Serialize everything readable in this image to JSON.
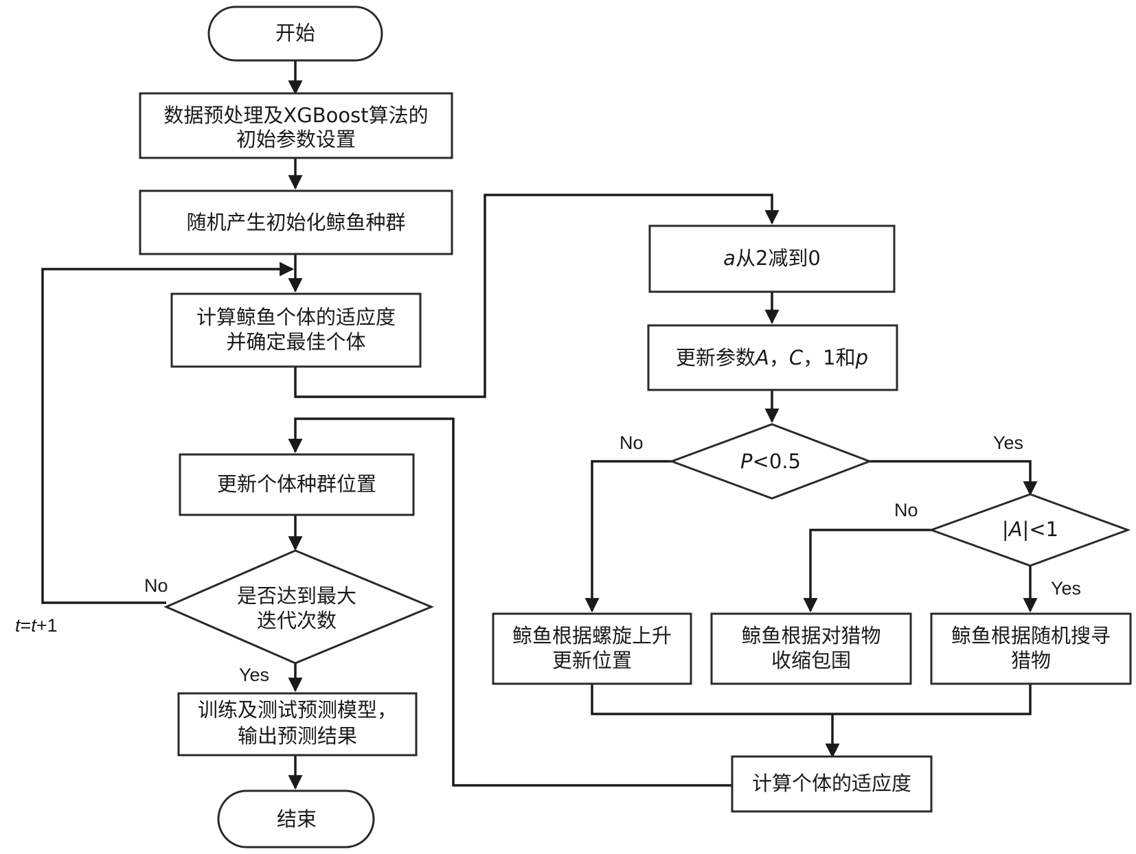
{
  "nodes": {
    "start": "开始",
    "preprocess": [
      "数据预处理及XGBoost算法的",
      "初始参数设置"
    ],
    "init_population": "随机产生初始化鲸鱼种群",
    "compute_fitness_best": [
      "计算鲸鱼个体的适应度",
      "并确定最佳个体"
    ],
    "update_population": "更新个体种群位置",
    "max_iter_decision": [
      "是否达到最大",
      "迭代次数"
    ],
    "train_test": [
      "训练及测试预测模型，",
      "输出预测结果"
    ],
    "end": "结束",
    "a_decrease": {
      "var": "a",
      "text": "从2减到0"
    },
    "update_params": {
      "prefix": "更新参数",
      "A": "A",
      "sep1": "，",
      "C": "C",
      "sep2": "，1和",
      "p": "p"
    },
    "p_decision": {
      "var": "P",
      "text": "<0.5"
    },
    "abs_a_decision": {
      "open": "|",
      "var": "A",
      "close": "|<1"
    },
    "spiral_update": [
      "鲸鱼根据螺旋上升",
      "更新位置"
    ],
    "encircle_prey": [
      "鲸鱼根据对猎物",
      "收缩包围"
    ],
    "random_search": [
      "鲸鱼根据随机搜寻",
      "猎物"
    ],
    "compute_fitness": "计算个体的适应度"
  },
  "edge_labels": {
    "max_iter_no": "No",
    "max_iter_yes": "Yes",
    "p_no": "No",
    "p_yes": "Yes",
    "abs_a_no": "No",
    "abs_a_yes": "Yes",
    "increment": {
      "t1": "t",
      "eq": "=",
      "t2": "t",
      "plus": "+1"
    }
  },
  "colors": {
    "stroke": "#1a1a1a",
    "fill": "#ffffff",
    "text": "#1a1a1a"
  }
}
